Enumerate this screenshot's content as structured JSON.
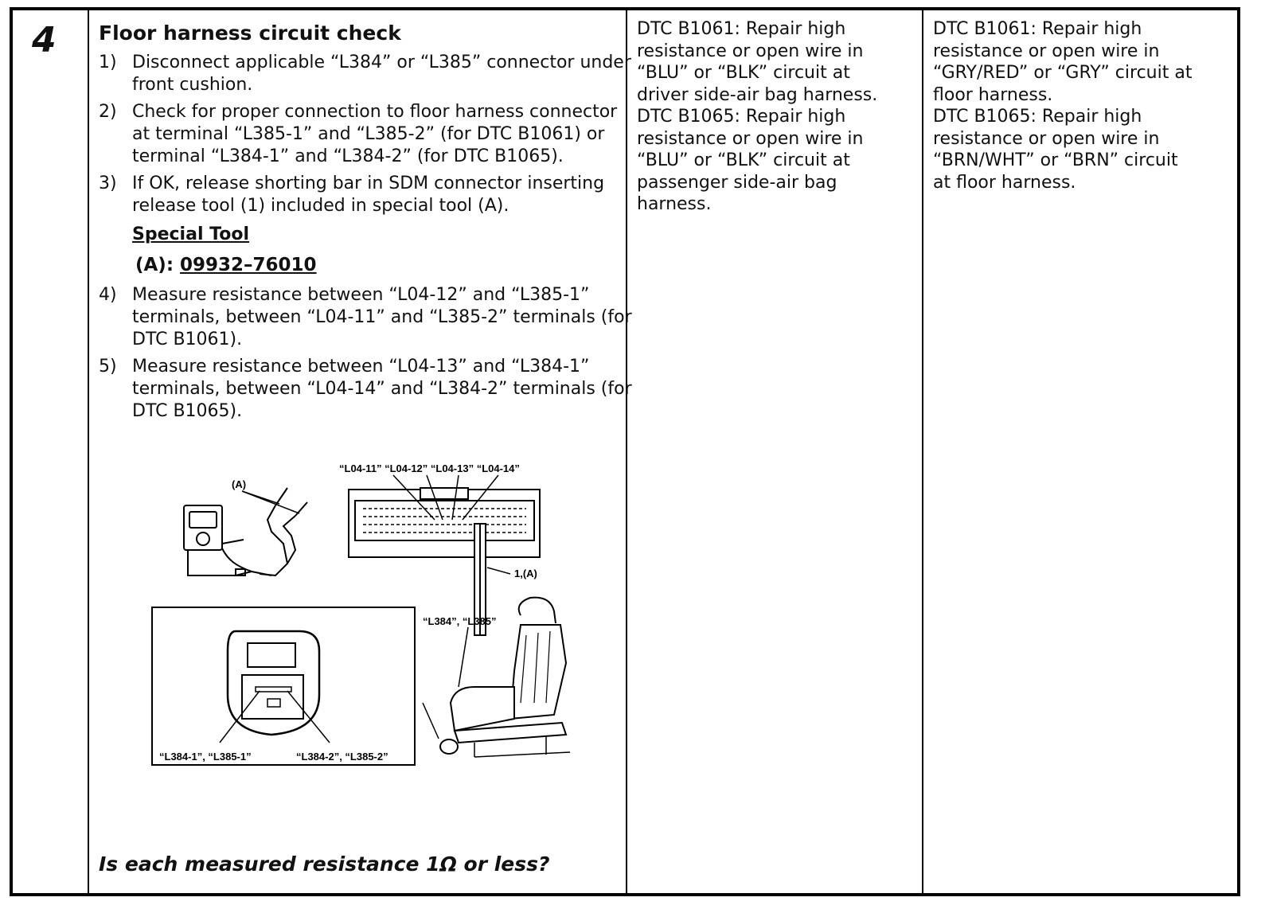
{
  "step_number": "4",
  "title": "Floor harness circuit check",
  "steps": [
    {
      "num": "1)",
      "text": "Disconnect applicable “L384” or “L385” connector under front cushion."
    },
    {
      "num": "2)",
      "text": "Check for proper connection to floor harness connector at terminal “L385-1” and “L385-2” (for DTC B1061) or terminal “L384-1” and “L384-2” (for DTC B1065)."
    },
    {
      "num": "3)",
      "text": "If OK, release shorting bar in SDM connector inserting release tool (1) included in special tool (A)."
    },
    {
      "num": "4)",
      "text": "Measure resistance between “L04-12” and “L385-1” terminals, between “L04-11” and “L385-2” terminals (for DTC B1061)."
    },
    {
      "num": "5)",
      "text": "Measure resistance between “L04-13” and “L384-1” terminals, between “L04-14” and “L384-2” terminals (for DTC B1065)."
    }
  ],
  "special_tool": {
    "heading": "Special Tool",
    "label": "(A):",
    "code": "09932–76010"
  },
  "figure": {
    "meter_label": "(A)",
    "connector_terminals": "“L04-11” “L04-12” “L04-13” “L04-14”",
    "tool_label": "1,(A)",
    "seat_connector_label": "“L384”, “L385”",
    "terminal_label_left": "“L384-1”, “L385-1”",
    "terminal_label_right": "“L384-2”, “L385-2”"
  },
  "question": "Is each measured resistance 1Ω or less?",
  "yes_column": [
    "DTC B1061: Repair high",
    "resistance or open wire in",
    "“BLU” or “BLK” circuit at",
    "driver side-air bag harness.",
    "DTC B1065: Repair high",
    "resistance or open wire in",
    "“BLU” or “BLK” circuit at",
    "passenger side-air bag",
    "harness."
  ],
  "no_column": [
    "DTC B1061: Repair high",
    "resistance or open wire in",
    "“GRY/RED” or “GRY” circuit at",
    "floor harness.",
    "DTC B1065: Repair high",
    "resistance or open wire in",
    "“BRN/WHT” or “BRN” circuit",
    "at floor harness."
  ]
}
